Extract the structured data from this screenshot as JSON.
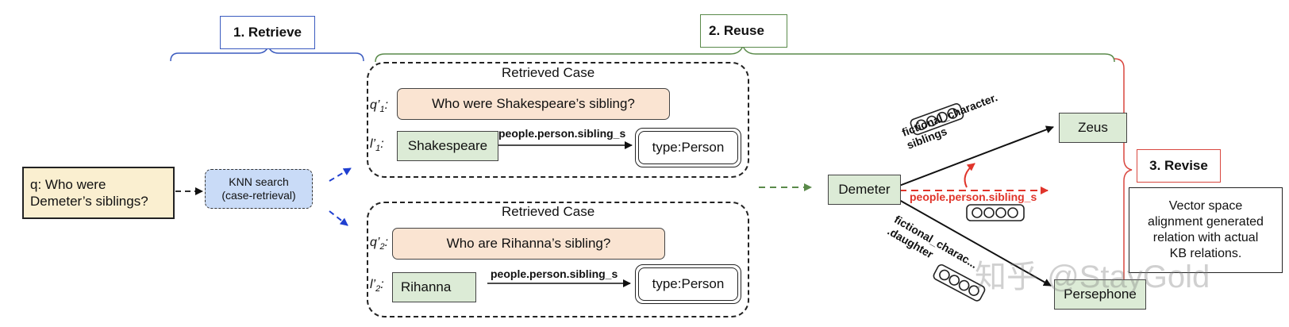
{
  "stages": {
    "retrieve": "1. Retrieve",
    "reuse": "2. Reuse",
    "revise": "3. Revise"
  },
  "query": {
    "line1": "q: Who were",
    "line2": "Demeter’s siblings?"
  },
  "knn": {
    "line1": "KNN search",
    "line2": "(case-retrieval)"
  },
  "cases": [
    {
      "title": "Retrieved Case",
      "q_label": "q’",
      "q_sub": "1",
      "question": "Who were Shakespeare’s sibling?",
      "l_label": "l’",
      "l_sub": "1",
      "entity": "Shakespeare",
      "relation": "people.person.sibling_s",
      "type": "type:Person"
    },
    {
      "title": "Retrieved Case",
      "q_label": "q’",
      "q_sub": "2",
      "question": "Who are Rihanna’s sibling?",
      "l_label": "l’",
      "l_sub": "2",
      "entity": "Rihanna",
      "relation": "people.person.sibling_s",
      "type": "type:Person"
    }
  ],
  "graph": {
    "source": "Demeter",
    "target_top": "Zeus",
    "target_bottom": "Persephone",
    "rel_top_1": "fictional_character.",
    "rel_top_2": "siblings",
    "rel_bottom_1": "fictional_charac...",
    "rel_bottom_2": ".daughter",
    "rel_generated": "people.person.sibling_s"
  },
  "revise_text": {
    "line1": "Vector space",
    "line2": "alignment  generated",
    "line3": "relation with actual",
    "line4": "KB relations."
  },
  "watermark": "知乎 @StayGold",
  "colors": {
    "retrieve": "#3b5bbf",
    "reuse": "#5a8a4a",
    "revise": "#d9473f",
    "arrow_blue": "#1f3fd0",
    "generated": "#e0352b"
  }
}
